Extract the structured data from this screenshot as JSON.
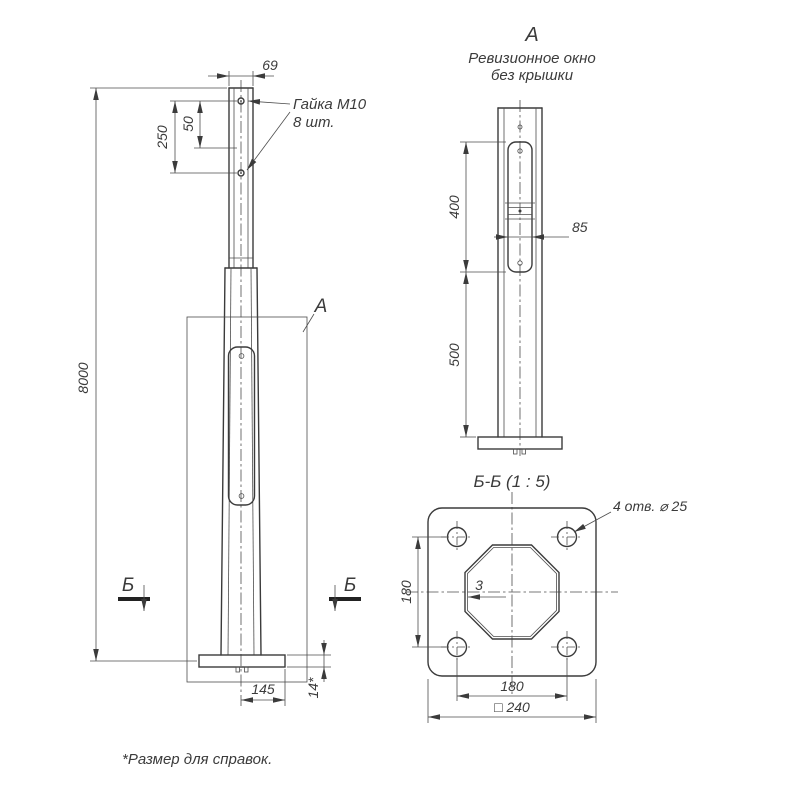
{
  "colors": {
    "line": "#3b3b3b",
    "background": "#ffffff"
  },
  "front_view": {
    "dim_top_width": "69",
    "dim_nut_span": "250",
    "dim_nut_gap": "50",
    "nut_note_line1": "Гайка М10",
    "nut_note_line2": "8 шт.",
    "dim_height": "8000",
    "detail_marker": "А",
    "section_label": "Б",
    "dim_base": "145",
    "dim_plate_thickness": "14*"
  },
  "view_a": {
    "marker": "А",
    "subtitle_line1": "Ревизионное окно",
    "subtitle_line2": "без крышки",
    "dim_window_span": "400",
    "dim_window_width": "85",
    "dim_lower_span": "500"
  },
  "section_bb": {
    "title": "Б-Б (1 : 5)",
    "holes_note": "4 отв. ⌀ 25",
    "dim_wall_thickness": "3",
    "dim_hole_spacing_vertical": "180",
    "dim_hole_spacing_horizontal": "180",
    "dim_plate_side": "□ 240"
  },
  "footnote": "*Размер для справок."
}
